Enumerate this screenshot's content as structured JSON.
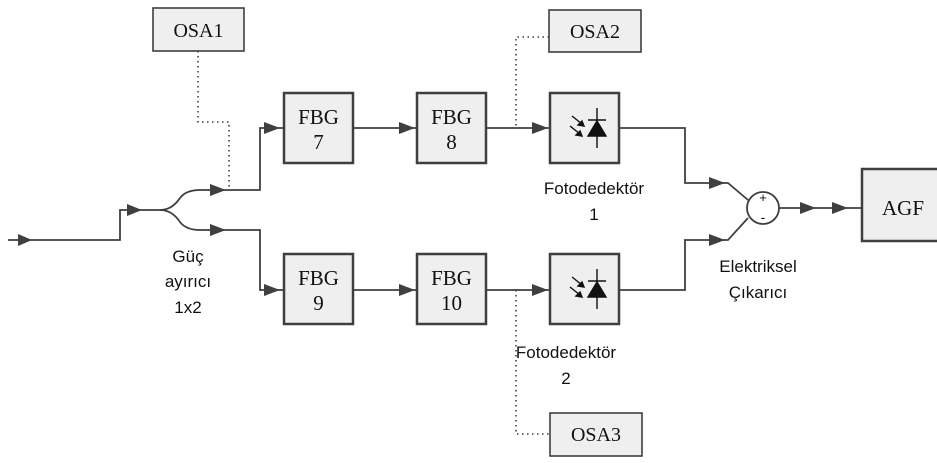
{
  "osa": {
    "osa1": "OSA1",
    "osa2": "OSA2",
    "osa3": "OSA3"
  },
  "fbg": {
    "fbg7": {
      "name": "FBG",
      "num": "7"
    },
    "fbg8": {
      "name": "FBG",
      "num": "8"
    },
    "fbg9": {
      "name": "FBG",
      "num": "9"
    },
    "fbg10": {
      "name": "FBG",
      "num": "10"
    }
  },
  "splitter": {
    "line1": "Güç",
    "line2": "ayırıcı",
    "line3": "1x2"
  },
  "detector1": {
    "line1": "Fotodedektör",
    "line2": "1"
  },
  "detector2": {
    "line1": "Fotodedektör",
    "line2": "2"
  },
  "subtractor": {
    "line1": "Elektriksel",
    "line2": "Çıkarıcı",
    "plus": "+",
    "minus": "-"
  },
  "agf": "AGF"
}
